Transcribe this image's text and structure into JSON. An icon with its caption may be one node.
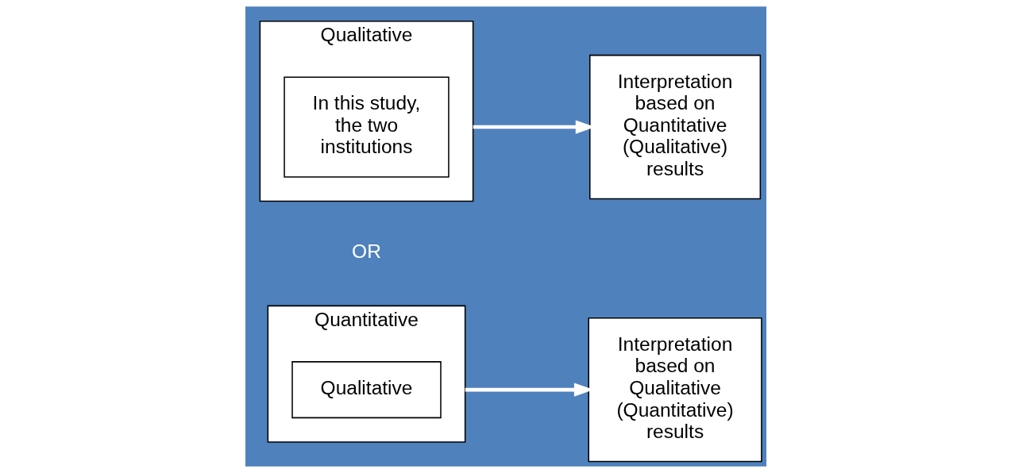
{
  "diagram": {
    "nodes": [
      {
        "text": [
          "Quantitative"
        ]
      },
      {
        "text": [
          "Qualitative"
        ],
        "in": 0
      },
      {
        "text": [
          "Interpretation based on Qualitative (Quantitative) results"
        ]
      },
      {
        "text": [
          "Qualitative"
        ]
      },
      {
        "text": [
          "In this study, the two institutions"
        ],
        "in": 3
      },
      {
        "text": [
          "Interpretation based on Quantitative (Qualitative) results"
        ]
      }
    ],
    "edges": [
      {
        "from": 0,
        "to": 2,
        "arrow": "to"
      },
      {
        "from": 3,
        "to": 5,
        "arrow": "to"
      }
    ],
    "labels": [
      "OR"
    ]
  }
}
